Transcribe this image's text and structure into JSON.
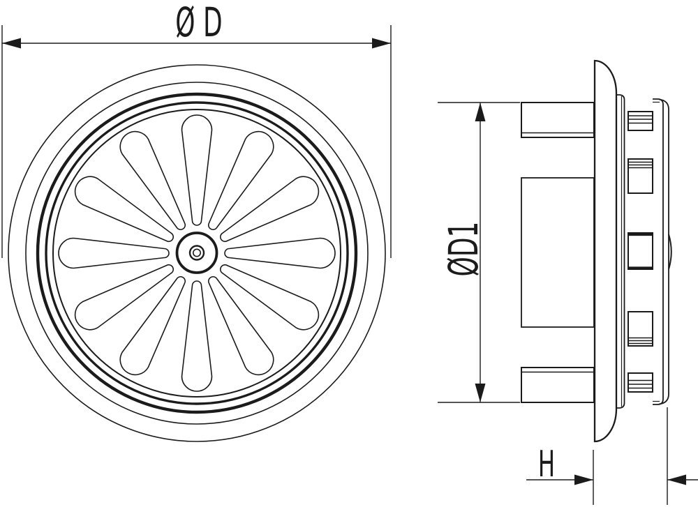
{
  "drawing": {
    "background": "#ffffff",
    "line_color": "#1b1b1b",
    "labels": {
      "outer_diameter": "Ø D",
      "collar_diameter": "ØD1",
      "depth": "H"
    },
    "front_view": {
      "radial_slots": 12,
      "slot_angle_step_deg": 30,
      "concentric_rings": 5
    },
    "side_view": {
      "spring_clips": 5
    }
  }
}
